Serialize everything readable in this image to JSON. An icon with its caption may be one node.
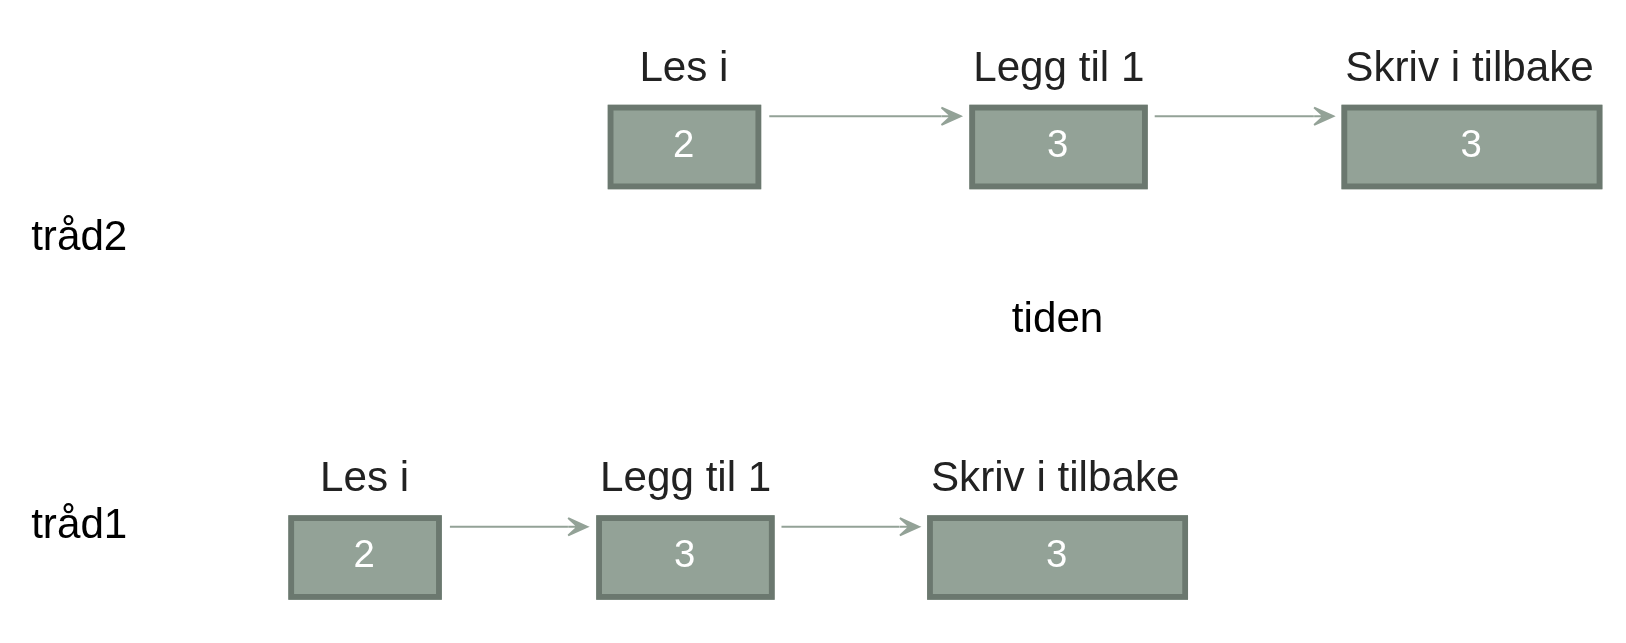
{
  "diagram": {
    "nodes": [
      {
        "text": [
          "Les i",
          "2"
        ]
      },
      {
        "text": [
          "Legg til 1",
          "3"
        ]
      },
      {
        "text": [
          "Skriv i tilbake",
          "3"
        ]
      },
      {
        "text": [
          "Les i",
          "2"
        ]
      },
      {
        "text": [
          "Legg til 1",
          "3"
        ]
      },
      {
        "text": [
          "Skriv i tilbake",
          "3"
        ]
      }
    ],
    "edges": [
      {
        "from": 0,
        "to": 1,
        "arrow": "to"
      },
      {
        "from": 1,
        "to": 2,
        "arrow": "to"
      },
      {
        "from": 3,
        "to": 4,
        "arrow": "to"
      },
      {
        "from": 4,
        "to": 5,
        "arrow": "to"
      }
    ],
    "labels": [
      "tråd1",
      "tråd2",
      "tiden"
    ]
  }
}
